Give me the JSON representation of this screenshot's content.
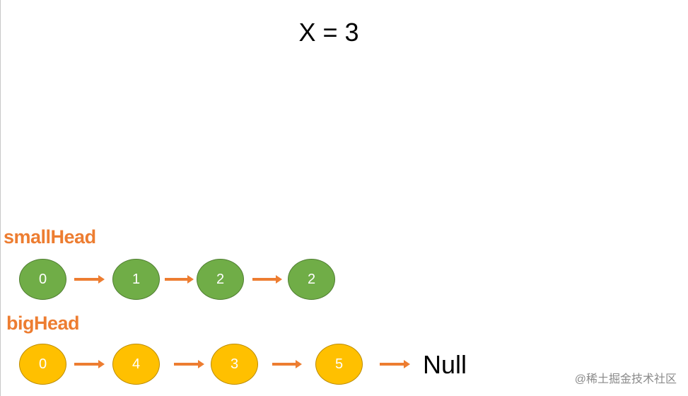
{
  "title": "X = 3",
  "small_list": {
    "label": "smallHead",
    "nodes": [
      "0",
      "1",
      "2",
      "2"
    ]
  },
  "big_list": {
    "label": "bigHead",
    "nodes": [
      "0",
      "4",
      "3",
      "5"
    ],
    "terminal": "Null"
  },
  "watermark": "@稀土掘金技术社区",
  "colors": {
    "small_node": "#70AD47",
    "big_node": "#FFC000",
    "arrow": "#ED7D31",
    "label": "#ED7D31"
  }
}
